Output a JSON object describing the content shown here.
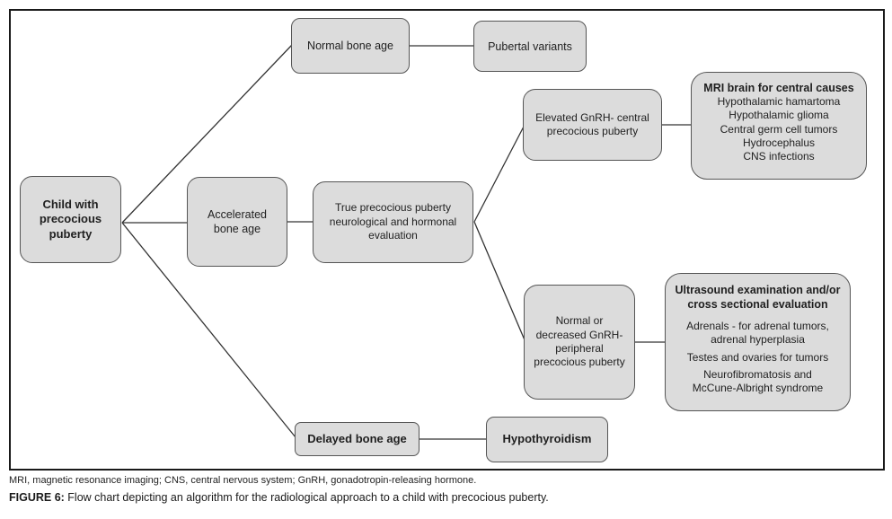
{
  "colors": {
    "box_fill": "#dcdcdc",
    "box_border": "#555555",
    "connector_line": "#333333",
    "frame_border": "#1a1a1a",
    "text": "#1f1f1f"
  },
  "nodes": {
    "child": {
      "label": "Child with\nprecocious\npuberty"
    },
    "normal_bone_age": {
      "label": "Normal bone age"
    },
    "pubertal_variants": {
      "label": "Pubertal variants"
    },
    "accelerated_bone_age": {
      "label": "Accelerated\nbone age"
    },
    "true_precocious": {
      "label": "True precocious puberty\nneurological and hormonal\nevaluation"
    },
    "elevated_gnrh": {
      "label": "Elevated GnRH- central\nprecocious puberty"
    },
    "mri_brain": {
      "title": "MRI brain for central causes",
      "items": [
        "Hypothalamic hamartoma",
        "Hypothalamic glioma",
        "Central germ cell tumors",
        "Hydrocephalus",
        "CNS infections"
      ]
    },
    "normal_decreased_gnrh": {
      "label": "Normal or\ndecreased GnRH-\nperipheral\nprecocious puberty"
    },
    "ultrasound": {
      "title": "Ultrasound examination and/or\ncross sectional evaluation",
      "items": [
        "Adrenals - for adrenal tumors,\nadrenal hyperplasia",
        "Testes and ovaries for tumors",
        "Neurofibromatosis and\nMcCune-Albright syndrome"
      ]
    },
    "delayed_bone_age": {
      "label": "Delayed bone age"
    },
    "hypothyroidism": {
      "label": "Hypothyroidism"
    }
  },
  "footer": {
    "abbreviations": "MRI, magnetic resonance imaging; CNS, central nervous system; GnRH, gonadotropin-releasing hormone.",
    "caption_label": "FIGURE 6:",
    "caption_text": " Flow chart depicting an algorithm for the radiological approach to a child with precocious puberty."
  }
}
